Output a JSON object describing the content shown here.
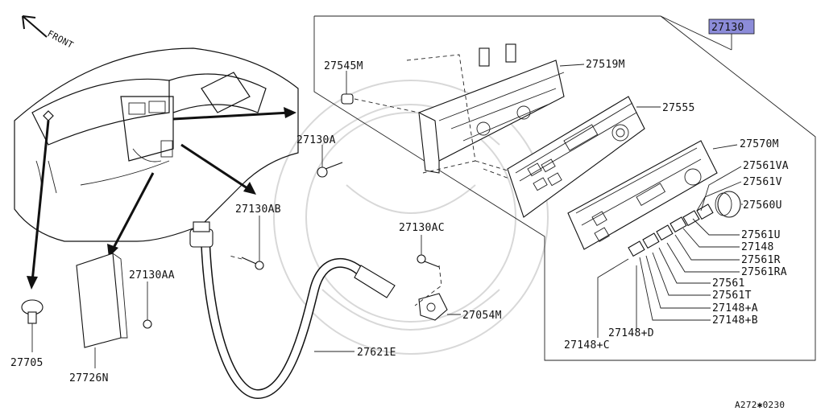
{
  "title_tag": "27130",
  "front_label": "FRONT",
  "footer_code": "A272✱0230",
  "colors": {
    "highlight": "#8c8cd9",
    "line": "#111111"
  },
  "labels": {
    "p27545M": "27545M",
    "p27519M": "27519M",
    "p27555": "27555",
    "p27130A": "27130A",
    "p27570M": "27570M",
    "p27561VA": "27561VA",
    "p27561V": "27561V",
    "p27560U": "27560U",
    "p27130AB": "27130AB",
    "p27130AC": "27130AC",
    "p27561U": "27561U",
    "p27148": "27148",
    "p27561R": "27561R",
    "p27561RA": "27561RA",
    "p27561": "27561",
    "p27561T": "27561T",
    "p27148A": "27148+A",
    "p27148B": "27148+B",
    "p27130AA": "27130AA",
    "p27054M": "27054M",
    "p27148D": "27148+D",
    "p27148C": "27148+C",
    "p27621E": "27621E",
    "p27705": "27705",
    "p27726N": "27726N"
  }
}
